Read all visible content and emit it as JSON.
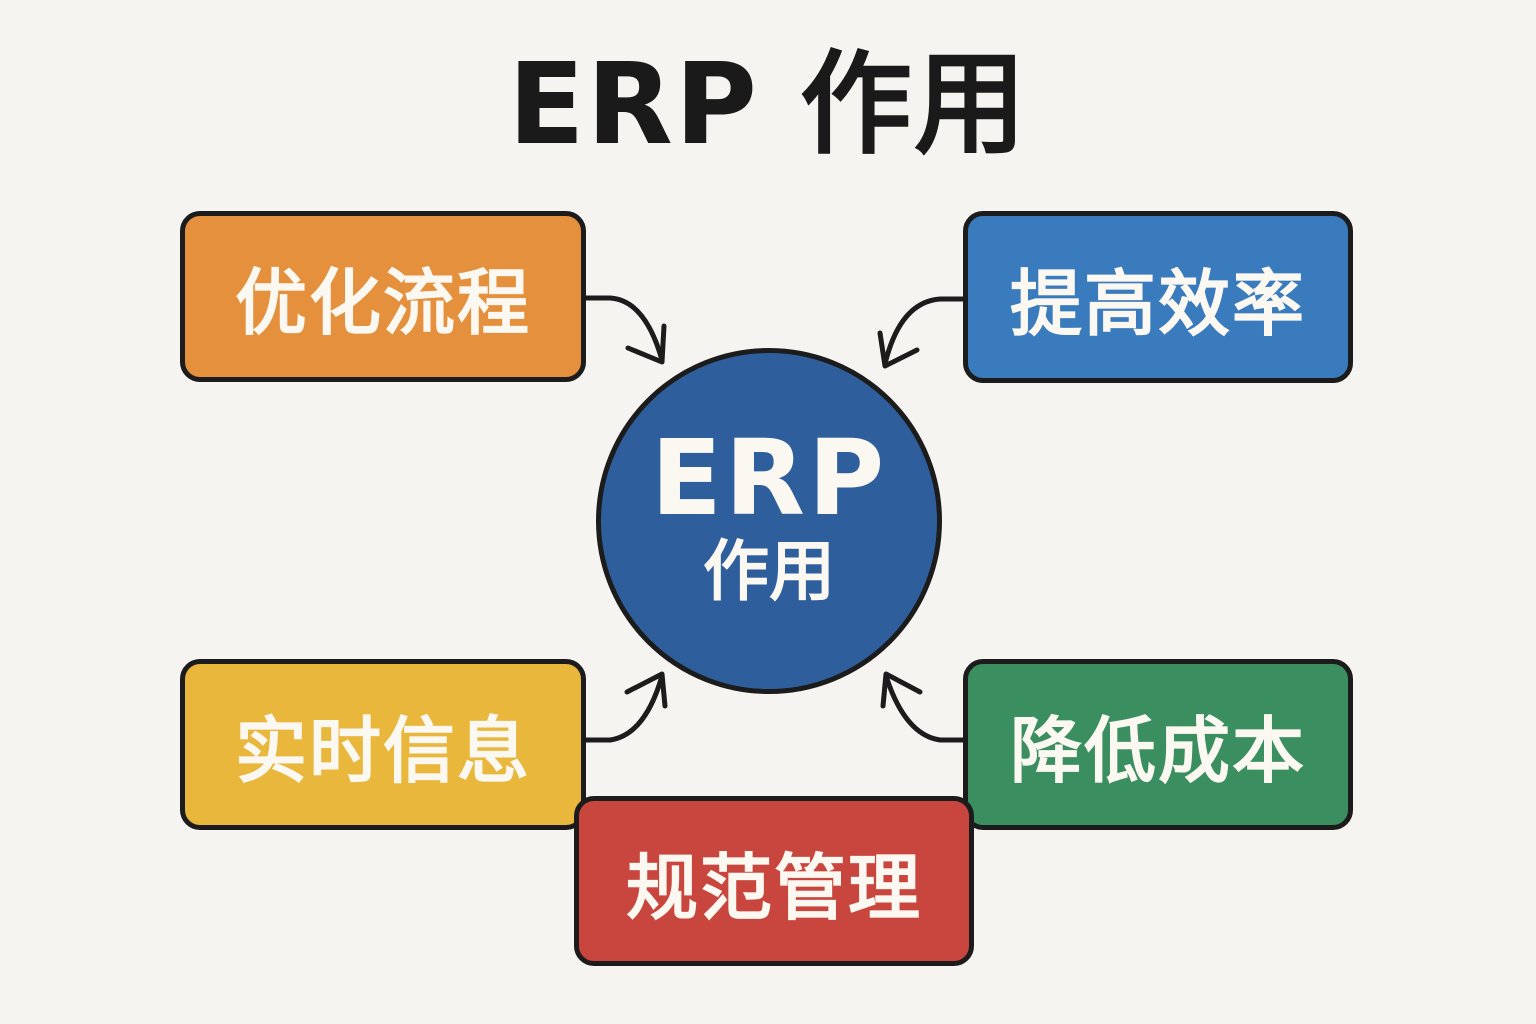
{
  "title": "ERP 作用",
  "hub": {
    "main_label": "ERP",
    "sub_label": "作用",
    "color": "#2e5f9c"
  },
  "nodes": [
    {
      "id": "optimize-process",
      "label": "优化流程",
      "color": "#e4903c"
    },
    {
      "id": "improve-efficiency",
      "label": "提高效率",
      "color": "#3a7bbd"
    },
    {
      "id": "realtime-info",
      "label": "实时信息",
      "color": "#e8b73c"
    },
    {
      "id": "reduce-cost",
      "label": "降低成本",
      "color": "#3a8e5f"
    },
    {
      "id": "standardize-management",
      "label": "规范管理",
      "color": "#c9463e"
    }
  ],
  "edges": [
    {
      "from": "optimize-process",
      "to": "hub"
    },
    {
      "from": "improve-efficiency",
      "to": "hub"
    },
    {
      "from": "realtime-info",
      "to": "hub"
    },
    {
      "from": "reduce-cost",
      "to": "hub"
    }
  ]
}
